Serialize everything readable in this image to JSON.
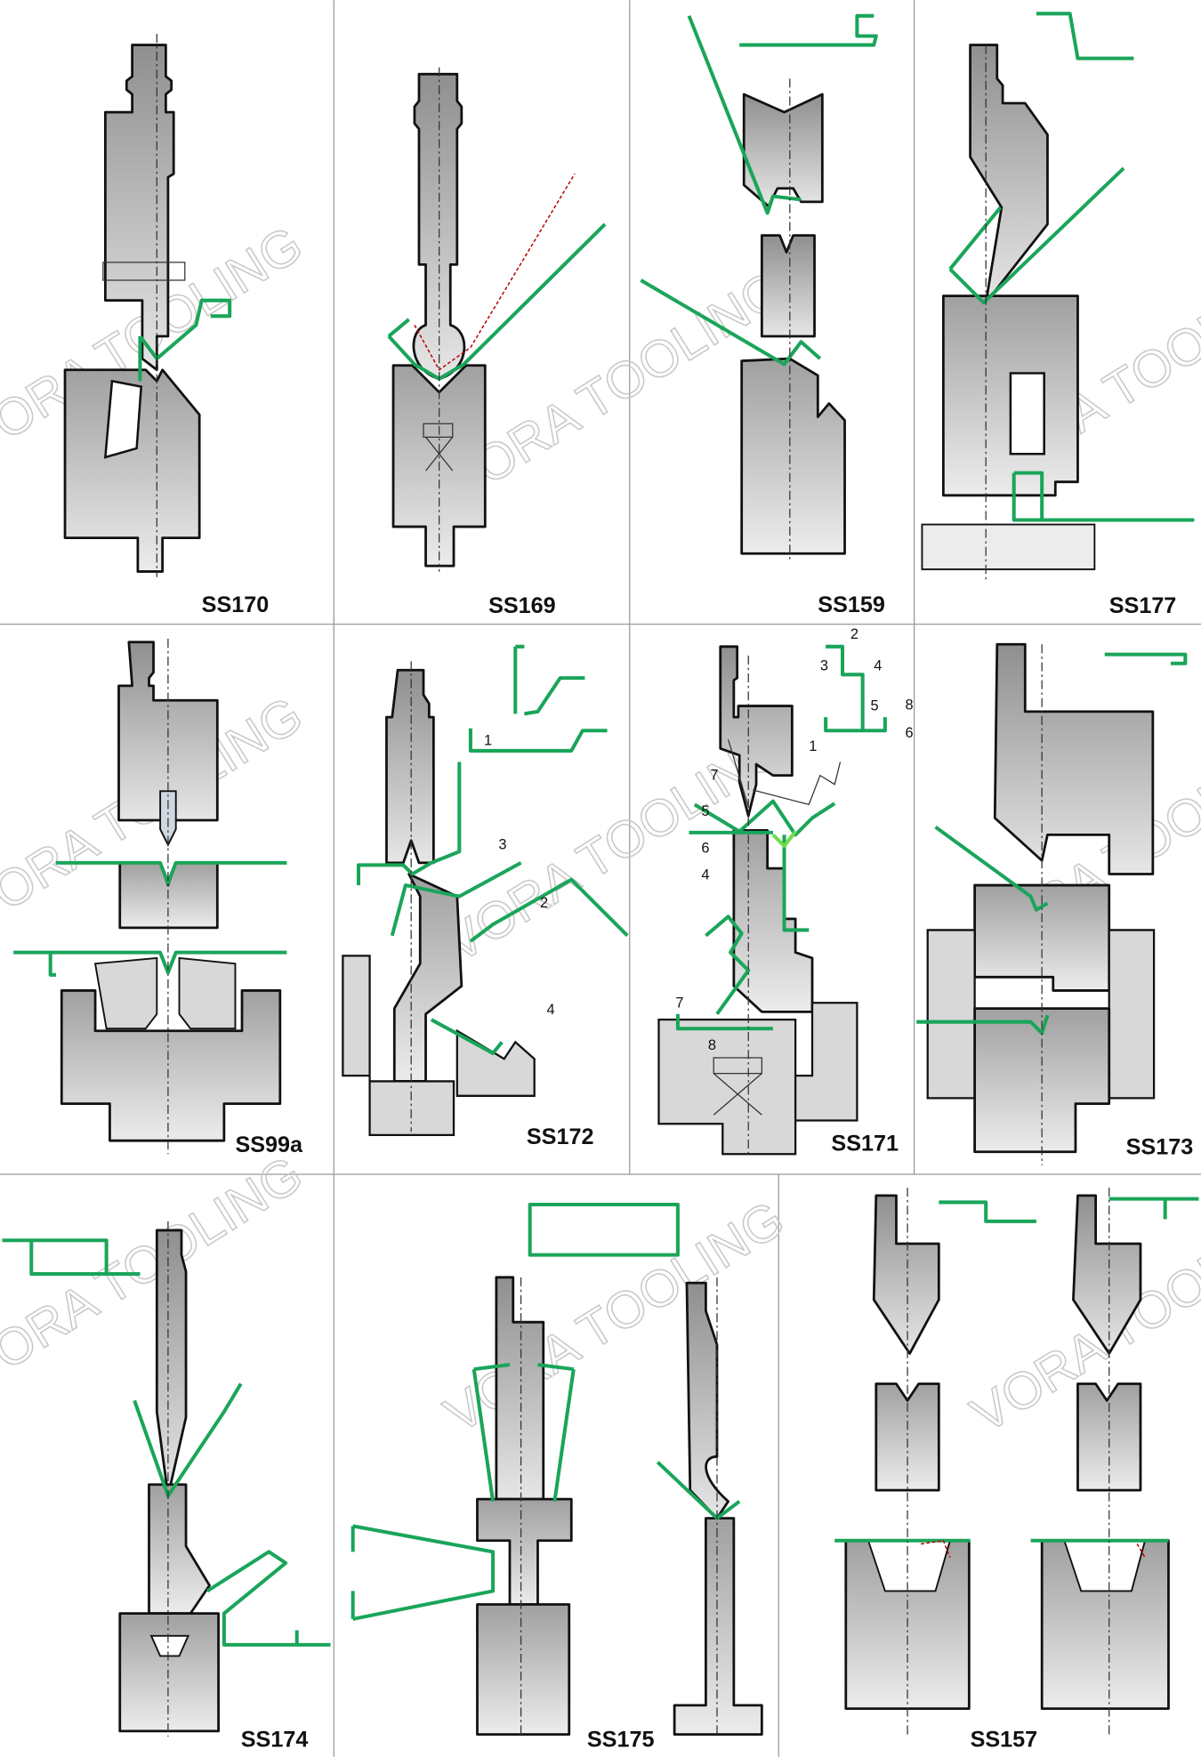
{
  "watermark": "VORA TOOLING",
  "panels": [
    {
      "label": "SS170"
    },
    {
      "label": "SS169"
    },
    {
      "label": "SS159"
    },
    {
      "label": "SS177"
    },
    {
      "label": "SS99a"
    },
    {
      "label": "SS172",
      "annotations": [
        "1",
        "3",
        "2",
        "4"
      ]
    },
    {
      "label": "SS171",
      "annotations": [
        "2",
        "3",
        "4",
        "5",
        "8",
        "6",
        "1",
        "7",
        "5",
        "6",
        "4",
        "7",
        "8"
      ]
    },
    {
      "label": "SS173"
    },
    {
      "label": "SS174"
    },
    {
      "label": "SS175"
    },
    {
      "label": "SS157"
    }
  ],
  "colors": {
    "sheet": "#1aa55a",
    "tool": "#9a9a9a",
    "line": "#111111"
  }
}
